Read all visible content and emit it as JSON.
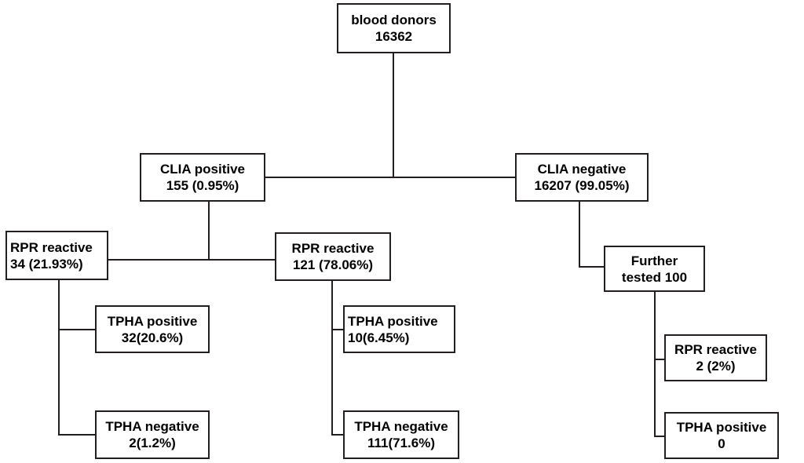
{
  "diagram": {
    "title": "Blood donor syphilis screening flowchart",
    "stroke_color": "#231f20",
    "background_color": "#ffffff",
    "nodes": {
      "blood_donors": {
        "line1": "blood donors",
        "line2": "16362"
      },
      "clia_positive": {
        "line1": "CLIA positive",
        "line2": "155 (0.95%)"
      },
      "clia_negative": {
        "line1": "CLIA negative",
        "line2": "16207 (99.05%)"
      },
      "rpr_reactive_left": {
        "line1": "RPR reactive",
        "line2": "34 (21.93%)"
      },
      "rpr_reactive_mid": {
        "line1": "RPR reactive",
        "line2": "121 (78.06%)"
      },
      "tpha_pos_left": {
        "line1": "TPHA positive",
        "line2": "32(20.6%)"
      },
      "tpha_neg_left": {
        "line1": "TPHA negative",
        "line2": "2(1.2%)"
      },
      "tpha_pos_mid": {
        "line1": "TPHA positive",
        "line2": "10(6.45%)"
      },
      "tpha_neg_mid": {
        "line1": "TPHA negative",
        "line2": "111(71.6%)"
      },
      "further_tested": {
        "line1": "Further",
        "line2": "tested 100"
      },
      "rpr_reactive_right": {
        "line1": "RPR reactive",
        "line2": "2 (2%)"
      },
      "tpha_pos_right": {
        "line1": "TPHA positive",
        "line2": "0"
      }
    }
  },
  "chart_data": {
    "type": "diagram",
    "title": "Blood donor syphilis screening flowchart",
    "total": 16362,
    "nodes": [
      {
        "id": "blood_donors",
        "label": "blood donors",
        "count": 16362,
        "percent": null,
        "level": 0
      },
      {
        "id": "clia_positive",
        "label": "CLIA positive",
        "count": 155,
        "percent": 0.95,
        "level": 1
      },
      {
        "id": "clia_negative",
        "label": "CLIA negative",
        "count": 16207,
        "percent": 99.05,
        "level": 1
      },
      {
        "id": "rpr_reactive_left",
        "label": "RPR reactive",
        "count": 34,
        "percent": 21.93,
        "level": 2
      },
      {
        "id": "rpr_reactive_mid",
        "label": "RPR reactive",
        "count": 121,
        "percent": 78.06,
        "level": 2
      },
      {
        "id": "tpha_pos_left",
        "label": "TPHA positive",
        "count": 32,
        "percent": 20.6,
        "level": 3
      },
      {
        "id": "tpha_neg_left",
        "label": "TPHA negative",
        "count": 2,
        "percent": 1.2,
        "level": 3
      },
      {
        "id": "tpha_pos_mid",
        "label": "TPHA positive",
        "count": 10,
        "percent": 6.45,
        "level": 3
      },
      {
        "id": "tpha_neg_mid",
        "label": "TPHA negative",
        "count": 111,
        "percent": 71.6,
        "level": 3
      },
      {
        "id": "further_tested",
        "label": "Further tested",
        "count": 100,
        "percent": null,
        "level": 2
      },
      {
        "id": "rpr_reactive_right",
        "label": "RPR reactive",
        "count": 2,
        "percent": 2,
        "level": 3
      },
      {
        "id": "tpha_pos_right",
        "label": "TPHA positive",
        "count": 0,
        "percent": null,
        "level": 3
      }
    ],
    "edges": [
      {
        "from": "blood_donors",
        "to": "clia_positive"
      },
      {
        "from": "blood_donors",
        "to": "clia_negative"
      },
      {
        "from": "clia_positive",
        "to": "rpr_reactive_left"
      },
      {
        "from": "clia_positive",
        "to": "rpr_reactive_mid"
      },
      {
        "from": "rpr_reactive_left",
        "to": "tpha_pos_left"
      },
      {
        "from": "rpr_reactive_left",
        "to": "tpha_neg_left"
      },
      {
        "from": "rpr_reactive_mid",
        "to": "tpha_pos_mid"
      },
      {
        "from": "rpr_reactive_mid",
        "to": "tpha_neg_mid"
      },
      {
        "from": "clia_negative",
        "to": "further_tested"
      },
      {
        "from": "further_tested",
        "to": "rpr_reactive_right"
      },
      {
        "from": "further_tested",
        "to": "tpha_pos_right"
      }
    ]
  }
}
